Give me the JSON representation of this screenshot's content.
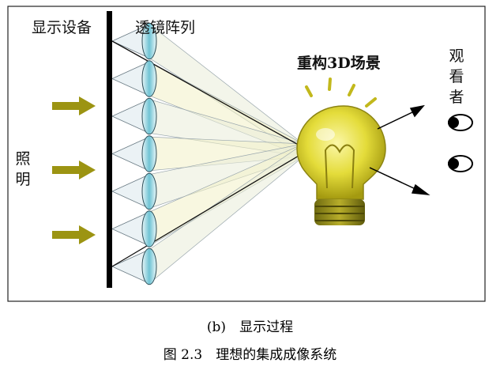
{
  "diagram": {
    "labels": {
      "display_device": "显示设备",
      "lens_array": "透镜阵列",
      "illumination": "照明",
      "reconstructed_scene": "重构3D场景",
      "viewer": "观看者"
    },
    "lens_count": 7
  },
  "caption": {
    "subfigure": "(b)　显示过程",
    "figure": "图 2.3　理想的集成成像系统"
  }
}
